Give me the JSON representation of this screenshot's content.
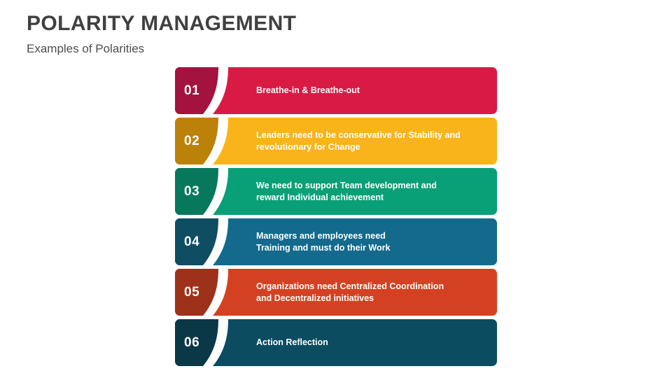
{
  "header": {
    "title": "POLARITY MANAGEMENT",
    "subtitle": "Examples of Polarities",
    "title_color": "#404040",
    "subtitle_color": "#4d4d4d"
  },
  "background_color": "#ffffff",
  "bars": [
    {
      "number": "01",
      "lines": [
        "Breathe-in & Breathe-out"
      ],
      "text": "Breathe-in & Breathe-out",
      "main_color": "#D91A45",
      "dark_color": "#A4123F",
      "separator_color": "#ffffff",
      "text_color": "#ffffff"
    },
    {
      "number": "02",
      "lines": [
        "Leaders need to be conservative for Stability and",
        "revolutionary for Change"
      ],
      "text": "Leaders need to be conservative for Stability and revolutionary for Change",
      "main_color": "#F9B41B",
      "dark_color": "#BC8109",
      "separator_color": "#ffffff",
      "text_color": "#ffffff"
    },
    {
      "number": "03",
      "lines": [
        "We need to support Team development and",
        "reward Individual achievement"
      ],
      "text": "We need to support Team development and reward Individual achievement",
      "main_color": "#0AA077",
      "dark_color": "#08785C",
      "separator_color": "#ffffff",
      "text_color": "#ffffff"
    },
    {
      "number": "04",
      "lines": [
        "Managers and employees need",
        "Training and must do their Work"
      ],
      "text": "Managers and employees need Training and must do their Work",
      "main_color": "#136A8C",
      "dark_color": "#0F4D63",
      "separator_color": "#ffffff",
      "text_color": "#ffffff"
    },
    {
      "number": "05",
      "lines": [
        "Organizations need Centralized Coordination",
        "and Decentralized initiatives"
      ],
      "text": "Organizations need Centralized Coordination and Decentralized initiatives",
      "main_color": "#D44122",
      "dark_color": "#9E3119",
      "separator_color": "#ffffff",
      "text_color": "#ffffff"
    },
    {
      "number": "06",
      "lines": [
        "Action Reflection"
      ],
      "text": "Action Reflection",
      "main_color": "#0B4C61",
      "dark_color": "#0A3846",
      "separator_color": "#ffffff",
      "text_color": "#ffffff"
    }
  ]
}
